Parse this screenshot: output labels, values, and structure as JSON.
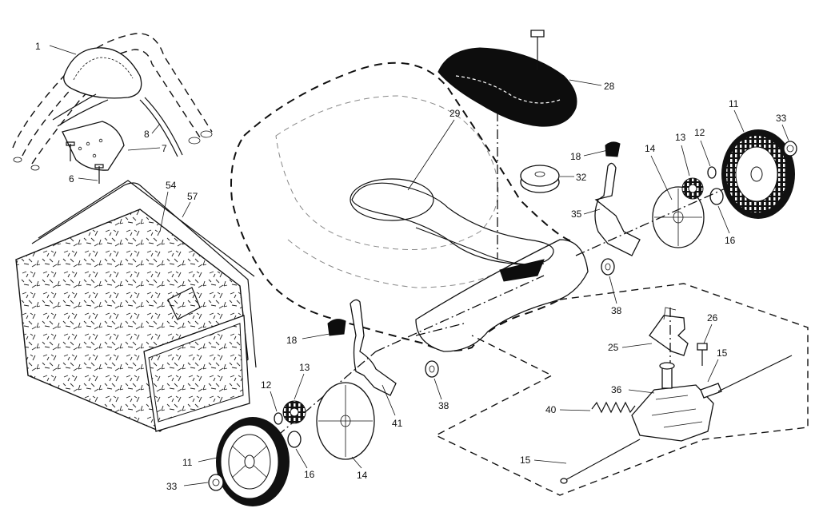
{
  "diagram": {
    "callouts": [
      {
        "id": "c1",
        "label": "1"
      },
      {
        "id": "c6",
        "label": "6"
      },
      {
        "id": "c7",
        "label": "7"
      },
      {
        "id": "c8",
        "label": "8"
      },
      {
        "id": "c54",
        "label": "54"
      },
      {
        "id": "c57",
        "label": "57"
      },
      {
        "id": "c29",
        "label": "29"
      },
      {
        "id": "c28",
        "label": "28"
      },
      {
        "id": "c18a",
        "label": "18"
      },
      {
        "id": "c32",
        "label": "32"
      },
      {
        "id": "c35",
        "label": "35"
      },
      {
        "id": "c14a",
        "label": "14"
      },
      {
        "id": "c13a",
        "label": "13"
      },
      {
        "id": "c12a",
        "label": "12"
      },
      {
        "id": "c11a",
        "label": "11"
      },
      {
        "id": "c33a",
        "label": "33"
      },
      {
        "id": "c16a",
        "label": "16"
      },
      {
        "id": "c38a",
        "label": "38"
      },
      {
        "id": "c26",
        "label": "26"
      },
      {
        "id": "c25",
        "label": "25"
      },
      {
        "id": "c15a",
        "label": "15"
      },
      {
        "id": "c36",
        "label": "36"
      },
      {
        "id": "c40",
        "label": "40"
      },
      {
        "id": "c15b",
        "label": "15"
      },
      {
        "id": "c18b",
        "label": "18"
      },
      {
        "id": "c13b",
        "label": "13"
      },
      {
        "id": "c12b",
        "label": "12"
      },
      {
        "id": "c41",
        "label": "41"
      },
      {
        "id": "c38b",
        "label": "38"
      },
      {
        "id": "c11b",
        "label": "11"
      },
      {
        "id": "c33b",
        "label": "33"
      },
      {
        "id": "c16b",
        "label": "16"
      },
      {
        "id": "c14b",
        "label": "14"
      }
    ],
    "colors": {
      "ink": "#111111",
      "paper": "#ffffff",
      "fill_dark": "#0d0d0d"
    }
  }
}
